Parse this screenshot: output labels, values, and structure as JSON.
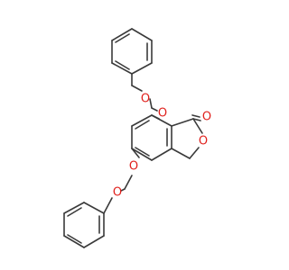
{
  "molecule": {
    "atoms": {
      "o1": {
        "label": "O",
        "color": "#e0201c"
      },
      "o2": {
        "label": "O",
        "color": "#e0201c"
      },
      "o3": {
        "label": "O",
        "color": "#e0201c"
      },
      "o4": {
        "label": "O",
        "color": "#e0201c"
      },
      "o5": {
        "label": "O",
        "color": "#e0201c"
      },
      "o6": {
        "label": "O",
        "color": "#e0201c"
      }
    },
    "bond_color": "#3a3a3a"
  }
}
